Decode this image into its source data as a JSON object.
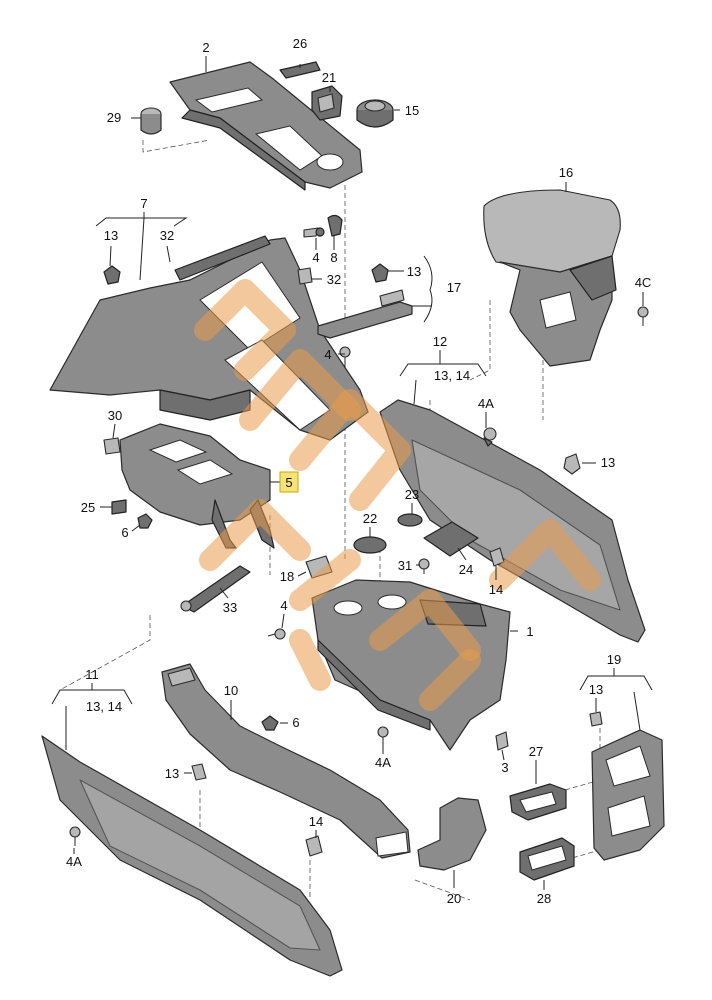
{
  "diagram": {
    "callouts": {
      "c2": "2",
      "c26": "26",
      "c21": "21",
      "c15": "15",
      "c29": "29",
      "c7": "7",
      "c13_7": "13",
      "c32_7": "32",
      "c4_top": "4",
      "c8": "8",
      "c32_clip": "32",
      "c13_17": "13",
      "c17": "17",
      "c4_mid": "4",
      "c16": "16",
      "c4C": "4C",
      "c12": "12",
      "c13_14_12": "13, 14",
      "c4A_right": "4A",
      "c13_right": "13",
      "c30": "30",
      "c5": "5",
      "c25": "25",
      "c6_left": "6",
      "c23": "23",
      "c22": "22",
      "c31": "31",
      "c24": "24",
      "c14_mid": "14",
      "c18": "18",
      "c33": "33",
      "c4_bot": "4",
      "c1": "1",
      "c11": "11",
      "c13_14_11": "13, 14",
      "c10": "10",
      "c6_bot": "6",
      "c4A_mid": "4A",
      "c3": "3",
      "c19": "19",
      "c13_19": "13",
      "c13_low": "13",
      "c27": "27",
      "c14_low": "14",
      "c4A_left": "4A",
      "c20": "20",
      "c28": "28"
    },
    "highlighted_callout": "5",
    "watermark_color": "#e89a4a",
    "highlight_color": "#f6e27a"
  }
}
